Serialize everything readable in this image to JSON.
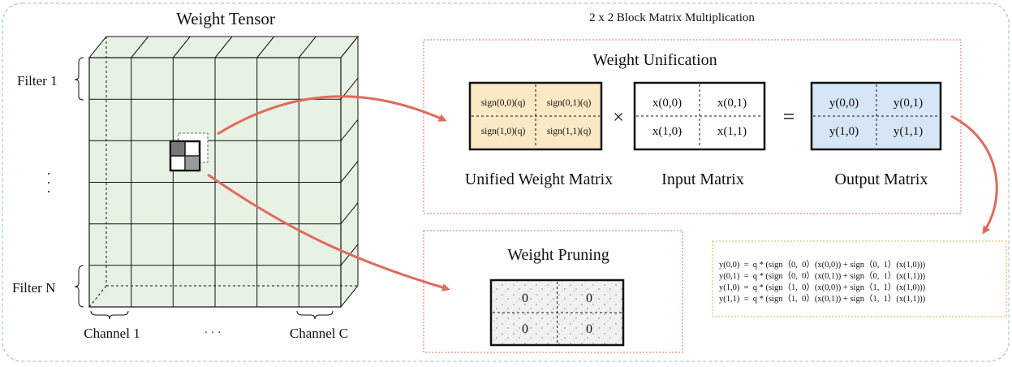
{
  "tensor": {
    "title": "Weight Tensor",
    "filter_first": "Filter 1",
    "filter_last": "Filter N",
    "vertical_ellipsis": "·\n·\n·",
    "channel_first": "Channel 1",
    "channel_ellipsis": "· · ·",
    "channel_last": "Channel C"
  },
  "block_mult": {
    "title": "2 x 2 Block Matrix Multiplication"
  },
  "unification": {
    "title": "Weight Unification",
    "unified_matrix": {
      "caption": "Unified Weight Matrix",
      "cells": [
        "sign(0,0)(q)",
        "sign(0,1)(q)",
        "sign(1,0)(q)",
        "sign(1,1)(q)"
      ]
    },
    "times_symbol": "×",
    "input_matrix": {
      "caption": "Input Matrix",
      "cells": [
        "x(0,0)",
        "x(0,1)",
        "x(1,0)",
        "x(1,1)"
      ]
    },
    "equals_symbol": "=",
    "output_matrix": {
      "caption": "Output Matrix",
      "cells": [
        "y(0,0)",
        "y(0,1)",
        "y(1,0)",
        "y(1,1)"
      ]
    }
  },
  "pruning": {
    "title": "Weight Pruning",
    "cells": [
      "0",
      "0",
      "0",
      "0"
    ]
  },
  "equations": [
    "y(0,0)  =  q * (sign（0,  0）(x(0,0)) + sign（0,  1）(x(1,0)))",
    "y(0,1)  =  q * (sign（0,  0）(x(0,1)) + sign（0,  1）(x(1,1)))",
    "y(1,0)  =  q * (sign（1,  0）(x(0,0)) + sign（1,  1）(x(1,0)))",
    "y(1,1)  =  q * (sign（1,  0）(x(0,1)) + sign（1,  1）(x(1,1)))"
  ],
  "colors": {
    "tensor_fill": "#e8f2e4",
    "unified_fill": "#fbe8c4",
    "output_fill": "#d6e6f7",
    "arrow": "#e06a5e",
    "box_red": "#e07060",
    "box_orange": "#e0b050",
    "outer_border": "#9ab8d8"
  }
}
